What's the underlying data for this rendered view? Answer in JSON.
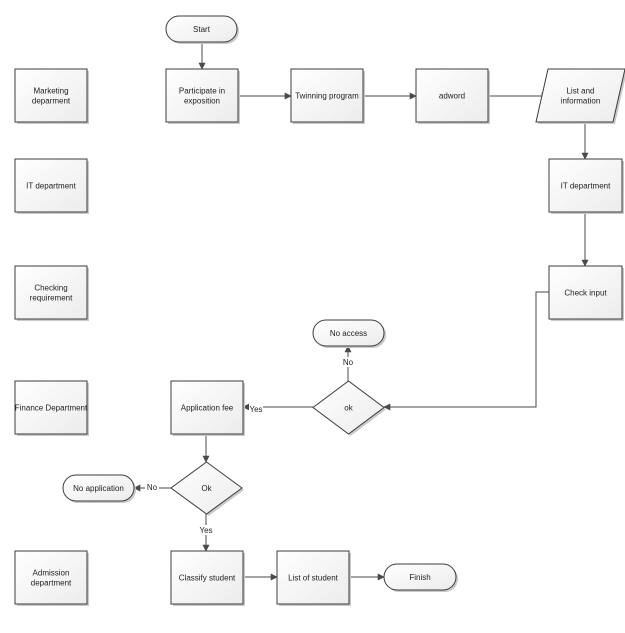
{
  "lanes": [
    {
      "id": "marketing",
      "lines": [
        "Marketing",
        "deparment"
      ]
    },
    {
      "id": "it",
      "lines": [
        "IT department"
      ]
    },
    {
      "id": "checking",
      "lines": [
        "Checking",
        "requirement"
      ]
    },
    {
      "id": "finance",
      "lines": [
        "Finance Department"
      ]
    },
    {
      "id": "admission",
      "lines": [
        "Admission",
        "department"
      ]
    }
  ],
  "nodes": {
    "start": {
      "shape": "terminator",
      "lines": [
        "Start"
      ]
    },
    "participate": {
      "shape": "process",
      "lines": [
        "Participate in",
        "exposition"
      ]
    },
    "twinning": {
      "shape": "process",
      "lines": [
        "Twinning program"
      ]
    },
    "adword": {
      "shape": "process",
      "lines": [
        "adword"
      ]
    },
    "list_info": {
      "shape": "data",
      "lines": [
        "List and",
        "information"
      ]
    },
    "it_dept": {
      "shape": "process",
      "lines": [
        "IT department"
      ]
    },
    "check_input": {
      "shape": "process",
      "lines": [
        "Check input"
      ]
    },
    "no_access": {
      "shape": "terminator",
      "lines": [
        "No access"
      ]
    },
    "ok_decision": {
      "shape": "decision",
      "lines": [
        "ok"
      ]
    },
    "application_fee": {
      "shape": "process",
      "lines": [
        "Application fee"
      ]
    },
    "ok2_decision": {
      "shape": "decision",
      "lines": [
        "Ok"
      ]
    },
    "no_application": {
      "shape": "terminator",
      "lines": [
        "No application"
      ]
    },
    "classify": {
      "shape": "process",
      "lines": [
        "Classify student"
      ]
    },
    "list_student": {
      "shape": "process",
      "lines": [
        "List of student"
      ]
    },
    "finish": {
      "shape": "terminator",
      "lines": [
        "Finish"
      ]
    }
  },
  "edges": [
    {
      "from": "start",
      "to": "participate",
      "label": ""
    },
    {
      "from": "participate",
      "to": "twinning",
      "label": ""
    },
    {
      "from": "twinning",
      "to": "adword",
      "label": ""
    },
    {
      "from": "adword",
      "to": "list_info",
      "label": ""
    },
    {
      "from": "list_info",
      "to": "it_dept",
      "label": ""
    },
    {
      "from": "it_dept",
      "to": "check_input",
      "label": ""
    },
    {
      "from": "check_input",
      "to": "ok_decision",
      "label": ""
    },
    {
      "from": "ok_decision",
      "to": "no_access",
      "label": "No"
    },
    {
      "from": "ok_decision",
      "to": "application_fee",
      "label": "Yes"
    },
    {
      "from": "application_fee",
      "to": "ok2_decision",
      "label": ""
    },
    {
      "from": "ok2_decision",
      "to": "no_application",
      "label": "No"
    },
    {
      "from": "ok2_decision",
      "to": "classify",
      "label": "Yes"
    },
    {
      "from": "classify",
      "to": "list_student",
      "label": ""
    },
    {
      "from": "list_student",
      "to": "finish",
      "label": ""
    }
  ]
}
